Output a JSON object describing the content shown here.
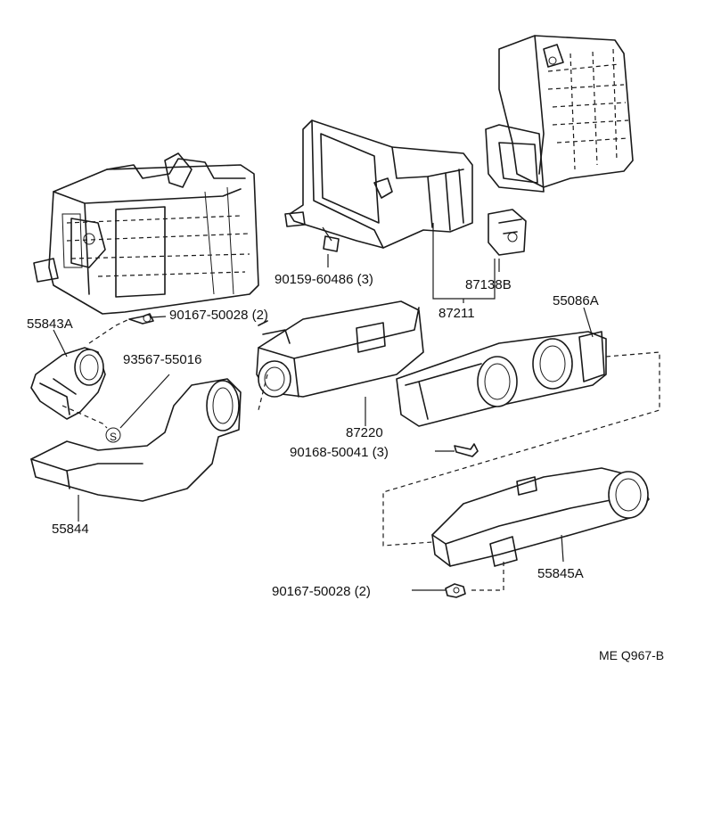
{
  "diagram": {
    "labels": {
      "p55843A": "55843A",
      "b90167_top": "90167-50028 (2)",
      "p93567": "93567-55016",
      "symbol_s": "S",
      "p55844": "55844",
      "b90159": "90159-60486 (3)",
      "p87138B": "87138B",
      "p87211": "87211",
      "p87220": "87220",
      "b90168": "90168-50041 (3)",
      "p55086A": "55086A",
      "p55845A": "55845A",
      "b90167_bottom": "90167-50028 (2)"
    },
    "reference_code": "ME Q967-B"
  }
}
